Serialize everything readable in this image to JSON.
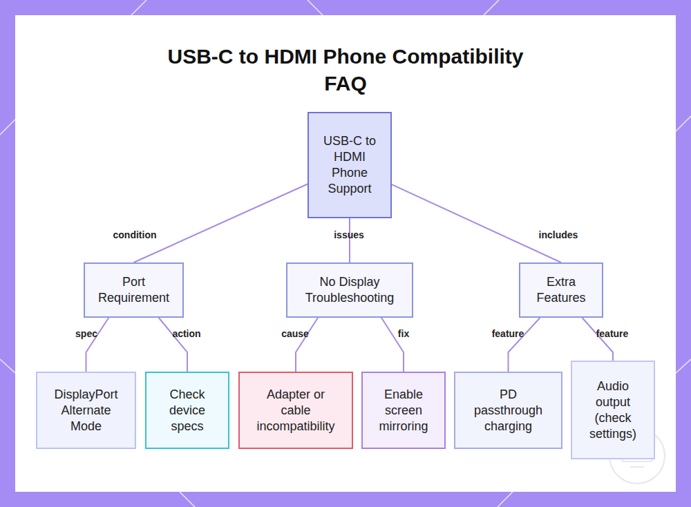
{
  "diagram": {
    "title": "USB-C to HDMI Phone Compatibility FAQ",
    "nodes": [
      {
        "text": [
          "USB-C to HDMI Phone Support"
        ]
      },
      {
        "text": [
          "Port Requirement"
        ]
      },
      {
        "text": [
          "No Display Troubleshooting"
        ]
      },
      {
        "text": [
          "Extra Features"
        ]
      },
      {
        "text": [
          "DisplayPort Alternate Mode"
        ]
      },
      {
        "text": [
          "Check device specs"
        ]
      },
      {
        "text": [
          "Adapter or cable incompatibility"
        ]
      },
      {
        "text": [
          "Enable screen mirroring"
        ]
      },
      {
        "text": [
          "PD passthrough charging"
        ]
      },
      {
        "text": [
          "Audio output (check settings)"
        ]
      }
    ],
    "edges": [
      {
        "from": 0,
        "to": 1,
        "label": "condition",
        "arrow": "none"
      },
      {
        "from": 0,
        "to": 2,
        "label": "issues",
        "arrow": "none"
      },
      {
        "from": 0,
        "to": 3,
        "label": "includes",
        "arrow": "none"
      },
      {
        "from": 1,
        "to": 4,
        "label": "spec",
        "arrow": "none"
      },
      {
        "from": 1,
        "to": 5,
        "label": "action",
        "arrow": "none"
      },
      {
        "from": 2,
        "to": 6,
        "label": "cause",
        "arrow": "none"
      },
      {
        "from": 2,
        "to": 7,
        "label": "fix",
        "arrow": "none"
      },
      {
        "from": 3,
        "to": 8,
        "label": "feature",
        "arrow": "none"
      },
      {
        "from": 3,
        "to": 9,
        "label": "feature",
        "arrow": "none"
      }
    ]
  }
}
